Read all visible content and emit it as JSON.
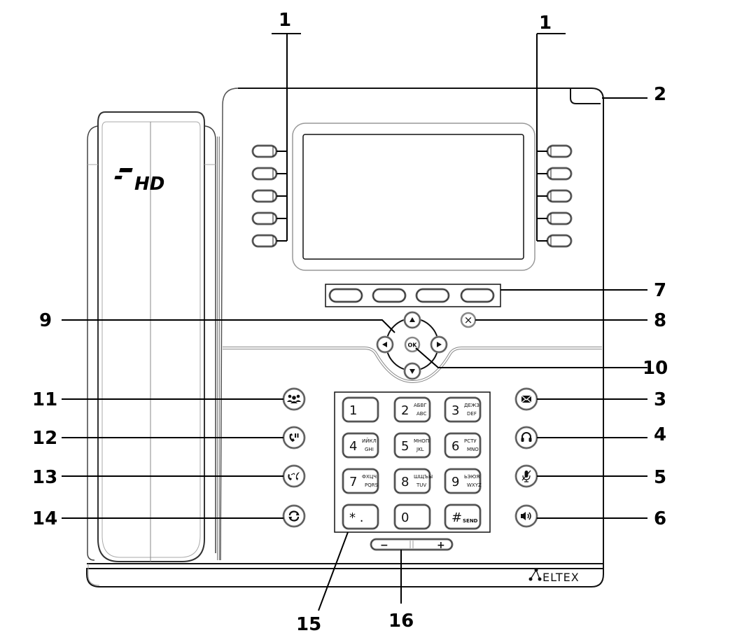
{
  "diagram": {
    "title": "IP phone front panel",
    "brand": "ELTEX",
    "handset_logo": "HD",
    "callouts": [
      {
        "id": "1a",
        "label": "1",
        "target": "left-line-keys"
      },
      {
        "id": "1b",
        "label": "1",
        "target": "right-line-keys"
      },
      {
        "id": "2",
        "label": "2",
        "target": "indicator-led"
      },
      {
        "id": "3",
        "label": "3",
        "target": "message-button"
      },
      {
        "id": "4",
        "label": "4",
        "target": "headset-button"
      },
      {
        "id": "5",
        "label": "5",
        "target": "mute-button"
      },
      {
        "id": "6",
        "label": "6",
        "target": "speaker-button"
      },
      {
        "id": "7",
        "label": "7",
        "target": "soft-keys"
      },
      {
        "id": "8",
        "label": "8",
        "target": "cancel-button"
      },
      {
        "id": "9",
        "label": "9",
        "target": "navigation-keys"
      },
      {
        "id": "10",
        "label": "10",
        "target": "ok-button"
      },
      {
        "id": "11",
        "label": "11",
        "target": "conference-button"
      },
      {
        "id": "12",
        "label": "12",
        "target": "hold-button"
      },
      {
        "id": "13",
        "label": "13",
        "target": "transfer-button"
      },
      {
        "id": "14",
        "label": "14",
        "target": "redial-button"
      },
      {
        "id": "15",
        "label": "15",
        "target": "keypad"
      },
      {
        "id": "16",
        "label": "16",
        "target": "volume-rocker"
      }
    ],
    "left_buttons": [
      {
        "icon": "conference-icon"
      },
      {
        "icon": "hold-icon"
      },
      {
        "icon": "transfer-icon"
      },
      {
        "icon": "redial-icon"
      }
    ],
    "right_buttons": [
      {
        "icon": "envelope-icon"
      },
      {
        "icon": "headset-icon"
      },
      {
        "icon": "mic-mute-icon"
      },
      {
        "icon": "speaker-icon"
      }
    ],
    "navigation": {
      "ok_label": "OK",
      "cancel_symbol": "×"
    },
    "volume": {
      "minus": "−",
      "plus": "+"
    },
    "keypad": [
      {
        "main": "1",
        "cyr": "",
        "lat": ""
      },
      {
        "main": "2",
        "cyr": "АБВГ",
        "lat": "ABC"
      },
      {
        "main": "3",
        "cyr": "ДЕЖЗ",
        "lat": "DEF"
      },
      {
        "main": "4",
        "cyr": "ИЙКЛ",
        "lat": "GHI"
      },
      {
        "main": "5",
        "cyr": "МНОП",
        "lat": "JKL"
      },
      {
        "main": "6",
        "cyr": "РСТУ",
        "lat": "MNO"
      },
      {
        "main": "7",
        "cyr": "ФХЦЧ",
        "lat": "PQRS"
      },
      {
        "main": "8",
        "cyr": "ШЩЪЫ",
        "lat": "TUV"
      },
      {
        "main": "9",
        "cyr": "ЬЭЮЯ",
        "lat": "WXYZ"
      },
      {
        "main": "* .",
        "cyr": "",
        "lat": ""
      },
      {
        "main": "0",
        "cyr": "",
        "lat": ""
      },
      {
        "main": "#",
        "cyr": "",
        "lat": "SEND"
      }
    ]
  }
}
